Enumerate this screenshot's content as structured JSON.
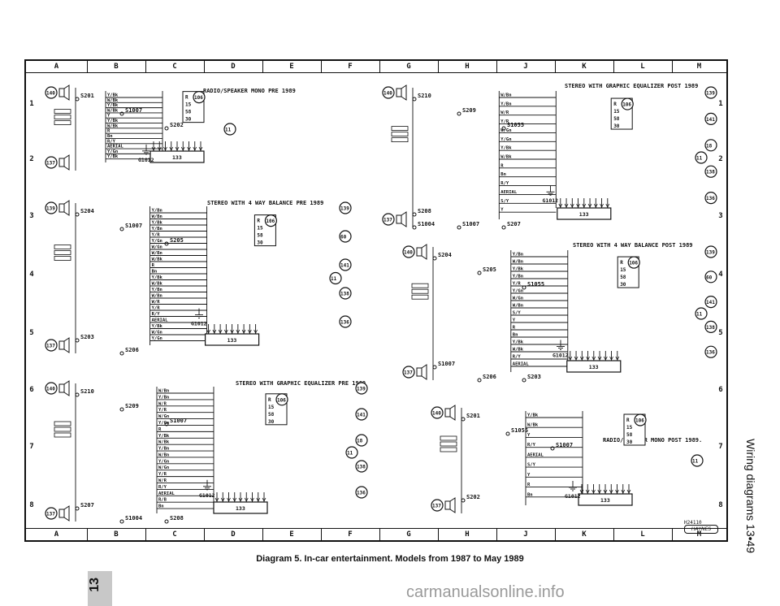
{
  "grid": {
    "columns": [
      "A",
      "B",
      "C",
      "D",
      "E",
      "F",
      "G",
      "H",
      "J",
      "K",
      "L",
      "M"
    ],
    "rows": [
      "1",
      "2",
      "3",
      "4",
      "5",
      "6",
      "7",
      "8"
    ]
  },
  "panels": {
    "radio_mono_pre": {
      "title": "RADIO/SPEAKER MONO PRE 1989",
      "splices": [
        "S201",
        "S1007",
        "S202"
      ],
      "ground": "G1012",
      "wires": [
        "Y/Bk",
        "W/Bk",
        "Y/Bk",
        "W/Bk",
        "Y",
        "Y/Bk",
        "W/Bk",
        "R",
        "Bn",
        "R/Y",
        "AERIAL",
        "Y/Gn",
        "Y/Bk"
      ],
      "terminals": [
        "R",
        "15",
        "58",
        "30"
      ],
      "connectors": [
        "140",
        "137",
        "106",
        "11",
        "133"
      ]
    },
    "stereo_4way_pre": {
      "title": "STEREO WITH 4 WAY BALANCE PRE 1989",
      "splices": [
        "S204",
        "S1007",
        "S205",
        "S203",
        "S206"
      ],
      "ground": "G1012",
      "wires": [
        "Y/Bn",
        "W/Bn",
        "Y/Bk",
        "Y/Bn",
        "Y/R",
        "Y/Gn",
        "W/Gn",
        "W/Bn",
        "W/Bk",
        "R",
        "Bn",
        "Y/Bk",
        "W/Bk",
        "Y/Bn",
        "W/Bn",
        "W/R",
        "Y/R",
        "R/Y",
        "AERIAL",
        "Y/Bk",
        "W/Gn",
        "Y/Gn"
      ],
      "terminals": [
        "R",
        "15",
        "58",
        "30"
      ],
      "connectors": [
        "139",
        "140",
        "106",
        "60",
        "141",
        "11",
        "138",
        "133",
        "136",
        "137"
      ]
    },
    "stereo_geq_pre": {
      "title": "STEREO WITH GRAPHIC EQUALIZER PRE 1989",
      "splices": [
        "S210",
        "S209",
        "S1007",
        "S207",
        "S1004",
        "S208"
      ],
      "ground": "G1012",
      "wires": [
        "W/Bn",
        "Y/Bn",
        "W/R",
        "Y/R",
        "W/Gn",
        "Y/Gn",
        "R",
        "Y/Bk",
        "W/Bk",
        "Y/Bn",
        "W/Bn",
        "Y/Gn",
        "W/Gn",
        "Y/R",
        "W/R",
        "R/Y",
        "AERIAL",
        "R/B",
        "Bn"
      ],
      "terminals": [
        "R",
        "15",
        "58",
        "30"
      ],
      "connectors": [
        "140",
        "139",
        "141",
        "106",
        "18",
        "11",
        "137",
        "138",
        "133",
        "136"
      ]
    },
    "stereo_geq_post": {
      "title": "STEREO WITH GRAPHIC EQUALIZER POST 1989",
      "splices": [
        "S210",
        "S209",
        "S1055",
        "S208",
        "S1007",
        "S207",
        "S1004"
      ],
      "ground": "G1012",
      "wires": [
        "W/Bn",
        "Y/Bn",
        "W/R",
        "Y/R",
        "W/Gn",
        "Y/Gn",
        "Y/Bk",
        "W/Bk",
        "R",
        "Bn",
        "R/Y",
        "AERIAL",
        "S/Y",
        "Y"
      ],
      "terminals": [
        "R",
        "15",
        "58",
        "30"
      ],
      "connectors": [
        "140",
        "139",
        "141",
        "106",
        "18",
        "11",
        "137",
        "138",
        "133",
        "136"
      ]
    },
    "stereo_4way_post": {
      "title": "STEREO WITH 4 WAY BALANCE POST 1989",
      "splices": [
        "S204",
        "S205",
        "S1055",
        "S1007",
        "S206",
        "S203"
      ],
      "ground": "G1012",
      "wires": [
        "Y/Bn",
        "W/Bn",
        "Y/Bk",
        "Y/Bn",
        "Y/R",
        "Y/Gn",
        "W/Gn",
        "W/Bn",
        "S/Y",
        "Y",
        "R",
        "Bn",
        "Y/Bk",
        "W/Bk",
        "R/Y",
        "AERIAL"
      ],
      "terminals": [
        "R",
        "15",
        "58",
        "30"
      ],
      "connectors": [
        "140",
        "139",
        "106",
        "60",
        "141",
        "11",
        "138",
        "133",
        "136",
        "137"
      ]
    },
    "radio_mono_post": {
      "title": "RADIO/SPEAKER MONO POST 1989.",
      "splices": [
        "S201",
        "S1055",
        "S1007",
        "S202"
      ],
      "ground": "G1012",
      "wires": [
        "Y/Bk",
        "W/Bk",
        "Y",
        "R/Y",
        "AERIAL",
        "S/Y",
        "Y",
        "R",
        "Bn"
      ],
      "terminals": [
        "R",
        "15",
        "58",
        "30"
      ],
      "connectors": [
        "140",
        "106",
        "11",
        "137",
        "133"
      ]
    }
  },
  "figure_ref": "H24110",
  "logo_text": "HAYNES",
  "caption": "Diagram 5. In-car entertainment. Models from 1987 to May 1989",
  "side_title": "Wiring diagrams  13•49",
  "chapter_number": "13",
  "watermark": "carmanualsonline.info"
}
